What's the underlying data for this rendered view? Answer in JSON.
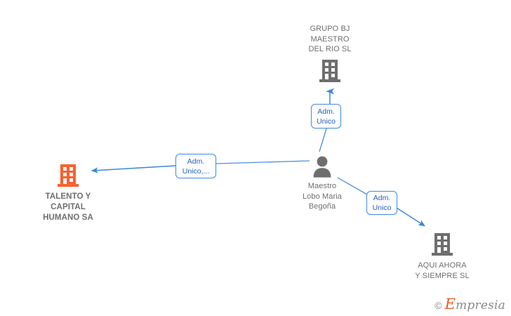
{
  "diagram": {
    "type": "org-relationship-graph",
    "colors": {
      "company_default": "#6e6e6e",
      "company_highlight": "#f9602e",
      "person": "#6e6e6e",
      "edge": "#4a8fe0",
      "relation_text": "#2a62b8",
      "label_text": "#6e6e6e",
      "background": "#ffffff"
    },
    "nodes": [
      {
        "id": "grupo-bj",
        "icon": "building-icon",
        "label": "GRUPO BJ\nMAESTRO\nDEL RIO SL",
        "label_position": "above",
        "variant": "default"
      },
      {
        "id": "talento-capital",
        "icon": "building-icon",
        "label": "TALENTO Y\nCAPITAL\nHUMANO SA",
        "label_position": "below",
        "variant": "highlight"
      },
      {
        "id": "maestro-lobo",
        "icon": "person-icon",
        "label": "Maestro\nLobo Maria\nBegoña",
        "label_position": "below",
        "variant": "person"
      },
      {
        "id": "aqui-ahora",
        "icon": "building-icon",
        "label": "AQUI AHORA\nY SIEMPRE SL",
        "label_position": "below",
        "variant": "default"
      }
    ],
    "relations": [
      {
        "id": "rel-grupo-bj",
        "from": "maestro-lobo",
        "to": "grupo-bj",
        "label": "Adm.\nUnico",
        "line1": "Adm.",
        "line2": "Unico"
      },
      {
        "id": "rel-talento",
        "from": "maestro-lobo",
        "to": "talento-capital",
        "label": "Adm.\nUnico,...",
        "line1": "Adm.",
        "line2": "Unico,..."
      },
      {
        "id": "rel-aqui-ahora",
        "from": "maestro-lobo",
        "to": "aqui-ahora",
        "label": "Adm.\nUnico",
        "line1": "Adm.",
        "line2": "Unico"
      }
    ]
  },
  "watermark": {
    "copyright": "©",
    "brand_cap": "E",
    "brand_rest": "mpresia"
  }
}
